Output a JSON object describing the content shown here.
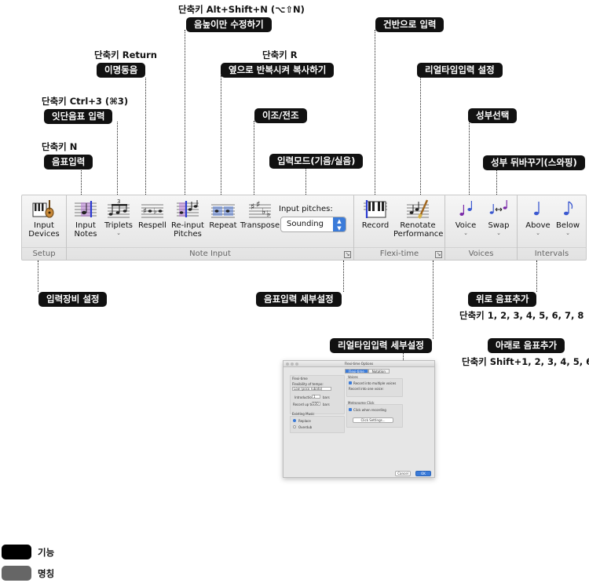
{
  "callouts": {
    "sc_altshift": "단축키 Alt+Shift+N (⌥⇧N)",
    "pitch_only": "음높이만 수정하기",
    "piano_input": "건반으로 입력",
    "sc_return": "단축키 Return",
    "enharmonic": "이명동음",
    "sc_r": "단축키 R",
    "repeat_copy": "옆으로 반복시켜 복사하기",
    "realtime_setup": "리얼타임입력 설정",
    "sc_ctrl3": "단축키 Ctrl+3 (⌘3)",
    "tuplet_input": "잇단음표 입력",
    "transpose_desc": "이조/전조",
    "voice_select": "성부선택",
    "sc_n": "단축키 N",
    "note_input": "음표입력",
    "input_mode": "입력모드(기음/실음)",
    "voice_swap": "성부 뒤바꾸기(스와핑)",
    "device_setup": "입력장비 설정",
    "note_input_detail": "음표입력 세부설정",
    "add_above": "위로 음표추가",
    "sc_above": "단축키 1, 2, 3, 4, 5, 6, 7, 8",
    "realtime_detail": "리얼타임입력 세부설정",
    "add_below": "아래로 음표추가",
    "sc_below": "단축키 Shift+1, 2, 3, 4, 5, 6, 7, 8"
  },
  "ribbon": {
    "setup": {
      "title": "Setup",
      "input_devices": "Input\nDevices"
    },
    "note_input": {
      "title": "Note Input",
      "input_notes": "Input\nNotes",
      "triplets": "Triplets",
      "respell": "Respell",
      "reinput": "Re-input\nPitches",
      "repeat": "Repeat",
      "transpose": "Transpose",
      "input_pitches_label": "Input pitches:",
      "input_pitches_value": "Sounding",
      "chev": "⌄",
      "launcher": "↘"
    },
    "flexi": {
      "title": "Flexi-time",
      "record": "Record",
      "renotate": "Renotate\nPerformance",
      "launcher": "↘"
    },
    "voices": {
      "title": "Voices",
      "voice": "Voice",
      "swap": "Swap",
      "chev": "⌄"
    },
    "intervals": {
      "title": "Intervals",
      "above": "Above",
      "below": "Below",
      "chev": "⌄"
    }
  },
  "dialog": {
    "title": "Flexi-time Options",
    "tab1": "Flexi-time",
    "tab2": "Notation",
    "ft_head": "Flexi-time",
    "flex_label": "Flexibility of tempo:",
    "flex_value": "Low (poco rubato)",
    "intro_label": "Introduction:",
    "intro_value": "1",
    "bars1": "bars",
    "record_label": "Record up to:",
    "record_value": "100",
    "bars2": "bars",
    "existing": "Existing Music",
    "replace": "Replace",
    "overdub": "Overdub",
    "voices_head": "Voices",
    "multi": "Record into multiple voices",
    "one_voice": "Record into one voice:",
    "metro_head": "Metronome Click",
    "click": "Click when recording",
    "click_settings": "Click Settings...",
    "cancel": "Cancel",
    "ok": "OK"
  },
  "legend": {
    "function": "기능",
    "name": "명칭",
    "function_color": "#000000",
    "name_color": "#666666"
  }
}
